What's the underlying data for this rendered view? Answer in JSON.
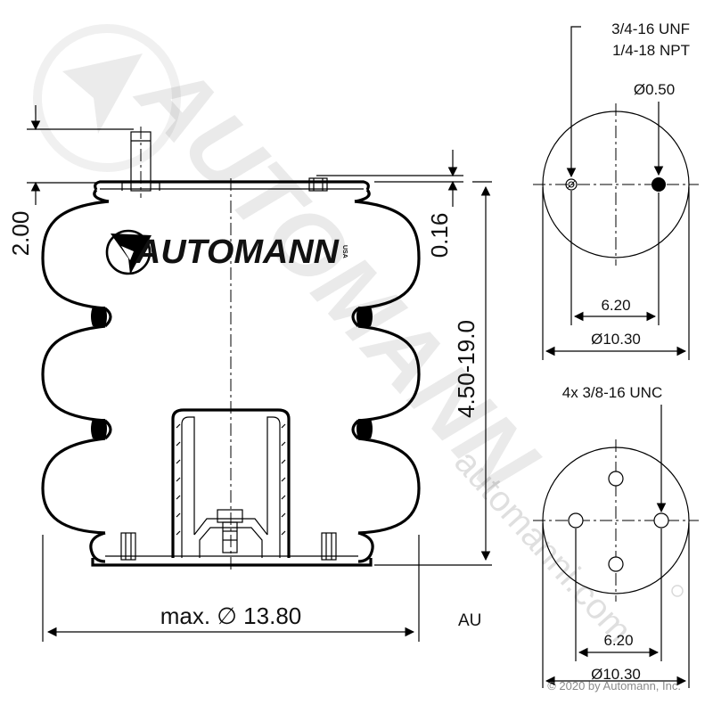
{
  "watermark": {
    "brand": "AUTOMANN",
    "url": "automanni.com"
  },
  "logo": {
    "text": "AUTOMANN",
    "mark": "circle-arrow-logo-icon",
    "tm": "USA"
  },
  "dimensions": {
    "top_height": "2.00",
    "plate_thickness": "0.16",
    "stroke_range": "4.50-19.0",
    "max_diameter": "max. ∅ 13.80"
  },
  "top_plate_view": {
    "thread_1": "3/4-16 UNF",
    "thread_2": "1/4-18 NPT",
    "air_inlet_diameter": "Ø0.50",
    "bolt_spacing": "6.20",
    "plate_diameter": "Ø10.30"
  },
  "bottom_plate_view": {
    "bolt_spec": "4x 3/8-16 UNC",
    "bolt_spacing": "6.20",
    "plate_diameter": "Ø10.30"
  },
  "code": "AU",
  "copyright": "© 2020 by Automann, Inc.",
  "colors": {
    "line": "#000000",
    "watermark": "#cfcfcf",
    "copyright": "#8a8a8a"
  }
}
